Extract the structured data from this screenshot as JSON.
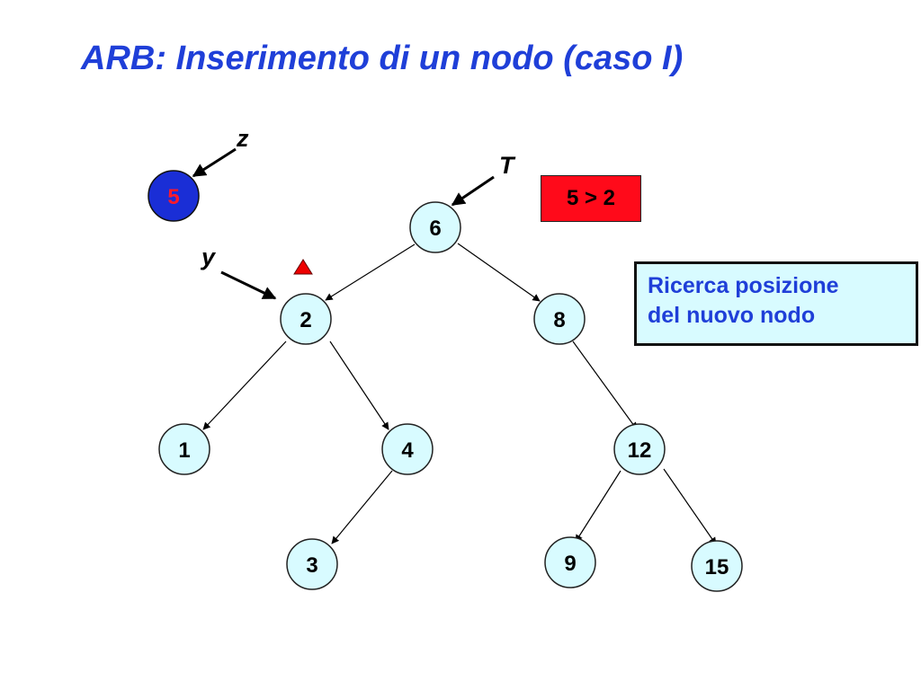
{
  "title": "ARB: Inserimento di un nodo (caso I)",
  "new_node": {
    "key": "5",
    "fill": "#1a2ed6",
    "text_color": "#ff1a2a"
  },
  "pointers": {
    "z": "z",
    "T": "T",
    "y": "y"
  },
  "comparison": "5 > 2",
  "note": {
    "line1": "Ricerca posizione",
    "line2": "del nuovo nodo"
  },
  "tree_nodes": {
    "n6": "6",
    "n2": "2",
    "n8": "8",
    "n1": "1",
    "n4": "4",
    "n12": "12",
    "n3": "3",
    "n9": "9",
    "n15": "15"
  },
  "colors": {
    "title": "#1f3fd8",
    "node_fill": "#d8fbff",
    "comparison_box": "#ff0a1a",
    "marker": "#ee0000"
  }
}
